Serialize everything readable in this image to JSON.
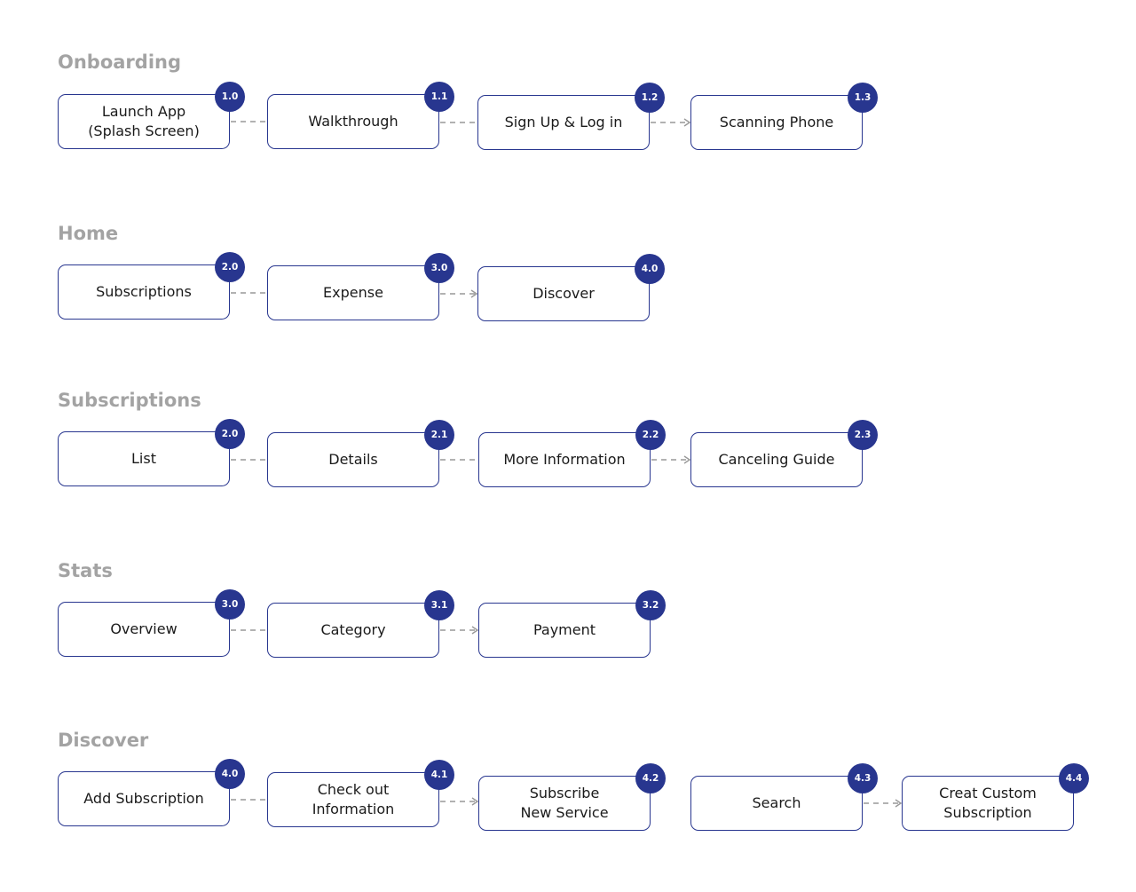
{
  "colors": {
    "node_border": "#28368f",
    "badge_fill": "#28368f",
    "badge_text": "#ffffff",
    "section_title": "#a3a3a3",
    "connector": "#999999"
  },
  "sections": [
    {
      "title": "Onboarding",
      "nodes": [
        {
          "id": "1.0",
          "label": "Launch App\n(Splash Screen)"
        },
        {
          "id": "1.1",
          "label": "Walkthrough"
        },
        {
          "id": "1.2",
          "label": "Sign Up & Log in"
        },
        {
          "id": "1.3",
          "label": "Scanning Phone"
        }
      ],
      "links": [
        {
          "from": 0,
          "to": 1,
          "arrow": false
        },
        {
          "from": 1,
          "to": 2,
          "arrow": false
        },
        {
          "from": 2,
          "to": 3,
          "arrow": true
        }
      ]
    },
    {
      "title": "Home",
      "nodes": [
        {
          "id": "2.0",
          "label": "Subscriptions"
        },
        {
          "id": "3.0",
          "label": "Expense"
        },
        {
          "id": "4.0",
          "label": "Discover"
        }
      ],
      "links": [
        {
          "from": 0,
          "to": 1,
          "arrow": false
        },
        {
          "from": 1,
          "to": 2,
          "arrow": true
        }
      ]
    },
    {
      "title": "Subscriptions",
      "nodes": [
        {
          "id": "2.0",
          "label": "List"
        },
        {
          "id": "2.1",
          "label": "Details"
        },
        {
          "id": "2.2",
          "label": "More Information"
        },
        {
          "id": "2.3",
          "label": "Canceling Guide"
        }
      ],
      "links": [
        {
          "from": 0,
          "to": 1,
          "arrow": false
        },
        {
          "from": 1,
          "to": 2,
          "arrow": false
        },
        {
          "from": 2,
          "to": 3,
          "arrow": true
        }
      ]
    },
    {
      "title": "Stats",
      "nodes": [
        {
          "id": "3.0",
          "label": "Overview"
        },
        {
          "id": "3.1",
          "label": "Category"
        },
        {
          "id": "3.2",
          "label": "Payment"
        }
      ],
      "links": [
        {
          "from": 0,
          "to": 1,
          "arrow": false
        },
        {
          "from": 1,
          "to": 2,
          "arrow": true
        }
      ]
    },
    {
      "title": "Discover",
      "nodes": [
        {
          "id": "4.0",
          "label": "Add Subscription"
        },
        {
          "id": "4.1",
          "label": "Check out\nInformation"
        },
        {
          "id": "4.2",
          "label": "Subscribe\nNew Service"
        },
        {
          "id": "4.3",
          "label": "Search"
        },
        {
          "id": "4.4",
          "label": "Creat Custom\nSubscription"
        }
      ],
      "links": [
        {
          "from": 0,
          "to": 1,
          "arrow": false
        },
        {
          "from": 1,
          "to": 2,
          "arrow": true
        },
        {
          "from": 3,
          "to": 4,
          "arrow": true
        }
      ]
    }
  ]
}
